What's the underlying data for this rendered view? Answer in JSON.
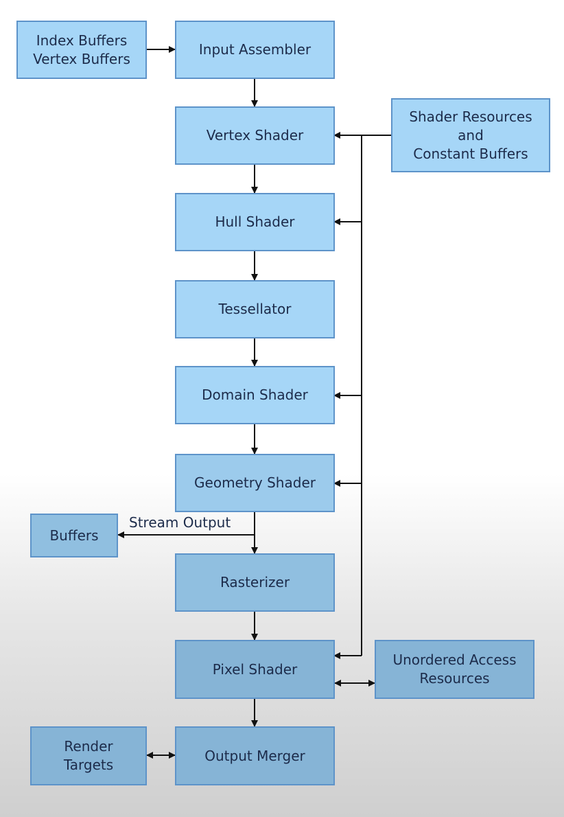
{
  "diagram": {
    "stages": {
      "input_assembler": "Input Assembler",
      "vertex_shader": "Vertex Shader",
      "hull_shader": "Hull Shader",
      "tessellator": "Tessellator",
      "domain_shader": "Domain Shader",
      "geometry_shader": "Geometry Shader",
      "rasterizer": "Rasterizer",
      "pixel_shader": "Pixel Shader",
      "output_merger": "Output Merger"
    },
    "resources": {
      "index_vertex_buffers": "Index Buffers\nVertex Buffers",
      "shader_resources": "Shader Resources\nand\nConstant Buffers",
      "buffers": "Buffers",
      "unordered_access": "Unordered Access\nResources",
      "render_targets": "Render\nTargets"
    },
    "labels": {
      "stream_output": "Stream Output"
    },
    "colors": {
      "box_fill": "#a6d6f7",
      "box_border": "#5d93c9",
      "text": "#1c2b4a",
      "arrow": "#111111"
    }
  }
}
